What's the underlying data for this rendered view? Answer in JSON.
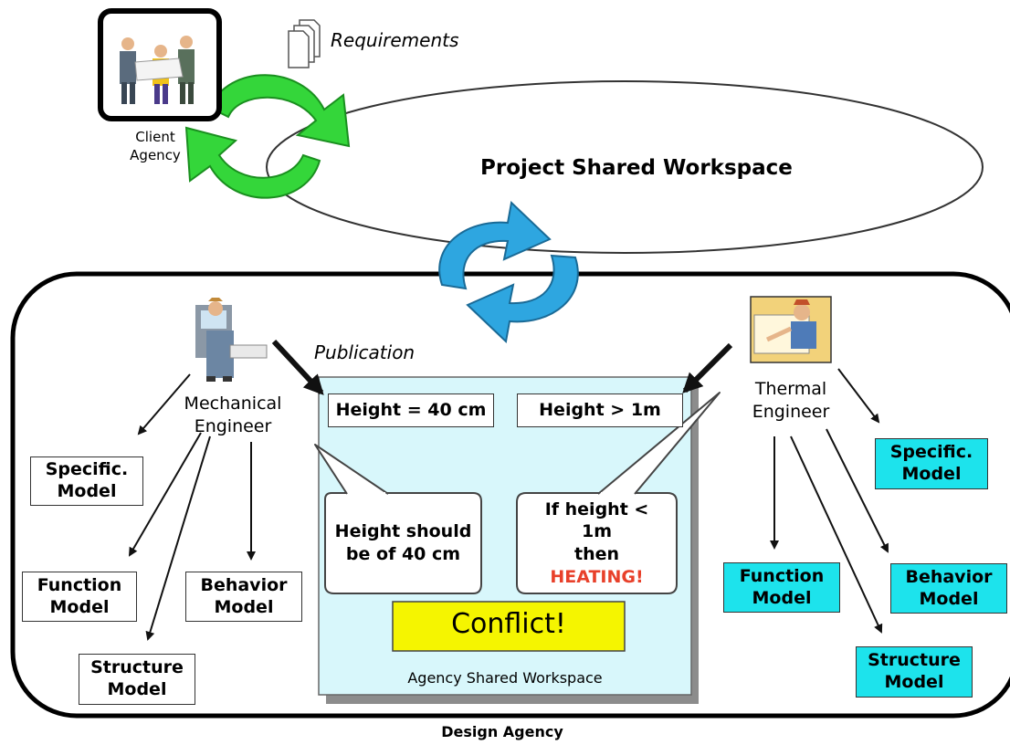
{
  "labels": {
    "requirements": "Requirements",
    "client_agency": [
      "Client",
      "Agency"
    ],
    "project_workspace": "Project Shared Workspace",
    "publication": "Publication",
    "mechanical_engineer": [
      "Mechanical",
      "Engineer"
    ],
    "thermal_engineer": [
      "Thermal",
      "Engineer"
    ],
    "agency_workspace": "Agency Shared Workspace",
    "design_agency": "Design Agency"
  },
  "workspace": {
    "height_40": "Height = 40 cm",
    "height_1m": "Height > 1m",
    "bubble_left": [
      "Height should",
      "be of 40 cm"
    ],
    "bubble_right": [
      "If height <",
      "1m",
      "then"
    ],
    "heating": "HEATING!",
    "conflict": "Conflict!"
  },
  "mech_models": {
    "specific": [
      "Specific.",
      "Model"
    ],
    "function": [
      "Function",
      "Model"
    ],
    "behavior": [
      "Behavior",
      "Model"
    ],
    "structure": [
      "Structure",
      "Model"
    ]
  },
  "thermal_models": {
    "specific": [
      "Specific.",
      "Model"
    ],
    "function": [
      "Function",
      "Model"
    ],
    "behavior": [
      "Behavior",
      "Model"
    ],
    "structure": [
      "Structure",
      "Model"
    ]
  },
  "colors": {
    "cycle_green": "#34d63a",
    "cycle_blue": "#2ea6e0",
    "workspace_bg": "#d8f7fb",
    "model_cyan": "#1de3ec",
    "conflict_yellow": "#f5f500",
    "heating_red": "#e8402a"
  },
  "icons": [
    "document-stack-icon",
    "people-clipart-icon",
    "mechanical-engineer-clipart-icon",
    "thermal-engineer-clipart-icon"
  ]
}
